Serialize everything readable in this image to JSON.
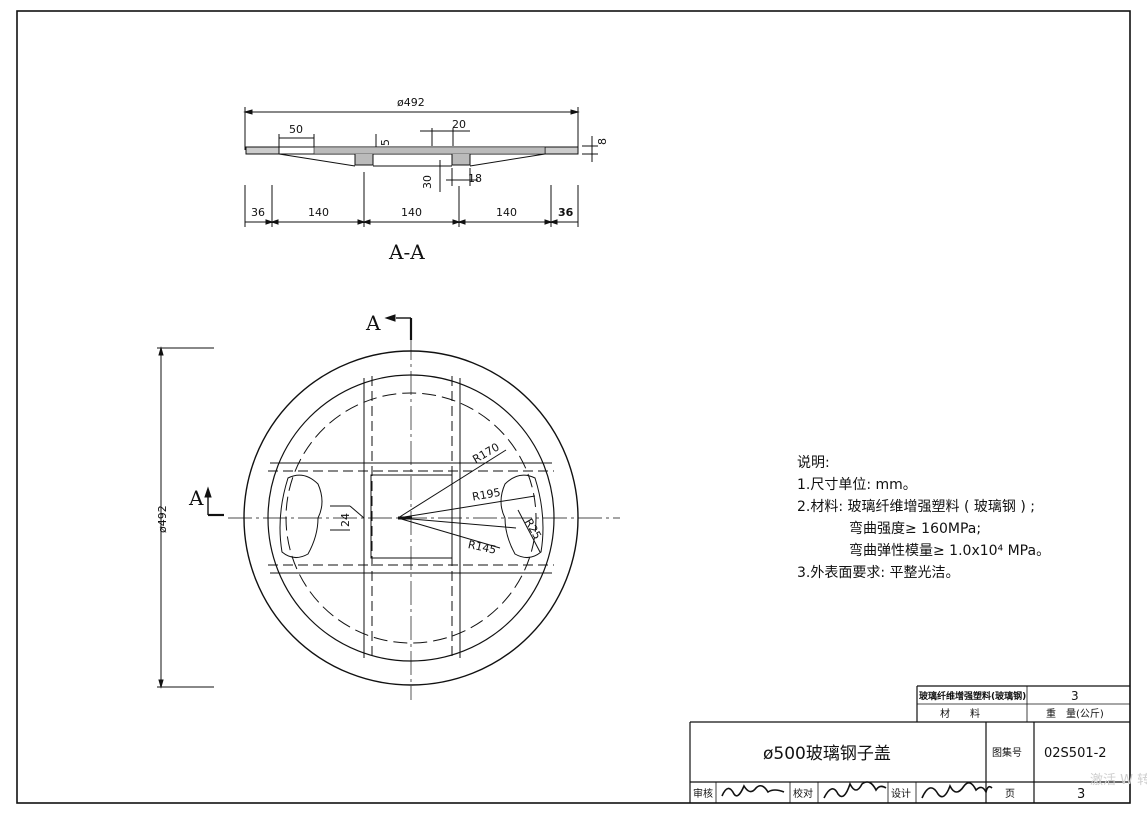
{
  "section": {
    "title": "A-A",
    "dim_overall": "ø492",
    "dim_50": "50",
    "dim_5": "5",
    "dim_20": "20",
    "dim_8": "8",
    "dim_30": "30",
    "dim_18": "18",
    "bottom_dims": [
      "36",
      "140",
      "140",
      "140",
      "36"
    ]
  },
  "plan": {
    "section_mark": "A",
    "dim_diameter": "ø492",
    "r170": "R170",
    "r195": "R195",
    "r145": "R145",
    "r25": "R25",
    "dim_24": "24"
  },
  "notes": {
    "heading": "说明:",
    "line1": "1.尺寸单位: mm。",
    "line2": "2.材料: 玻璃纤维增强塑料 ( 玻璃钢 ) ;",
    "line3": "弯曲强度≥ 160MPa;",
    "line4": "弯曲弹性模量≥ 1.0x10⁴ MPa。",
    "line5": "3.外表面要求: 平整光洁。"
  },
  "title_block": {
    "material_value": "玻璃纤维增强塑料(玻璃钢)",
    "weight_value": "3",
    "material_label": "材　　料",
    "weight_label": "重　量(公斤)",
    "drawing_title": "ø500玻璃钢子盖",
    "atlas_label": "图集号",
    "atlas_no": "02S501-2",
    "review_label": "审核",
    "check_label": "校对",
    "design_label": "设计",
    "page_label": "页",
    "page_no": "3"
  },
  "watermark": "激活 W 转到 设"
}
